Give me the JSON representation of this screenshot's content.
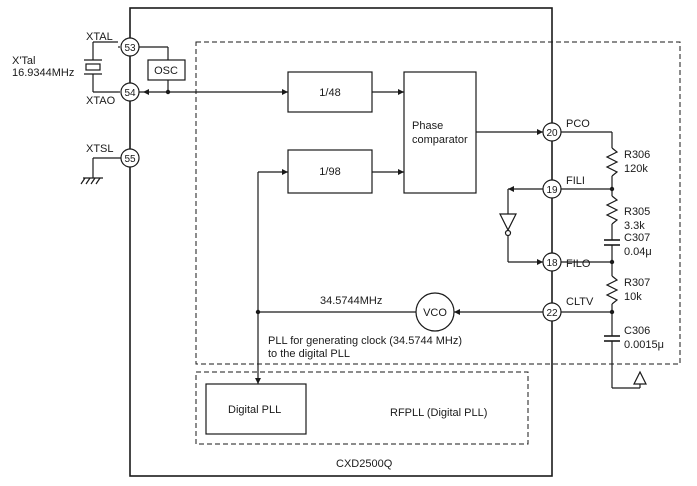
{
  "chip": {
    "name": "CXD2500Q"
  },
  "crystal": {
    "label": "X'Tal",
    "frequency": "16.9344MHz"
  },
  "pins": {
    "xtal": {
      "number": "53",
      "label": "XTAL"
    },
    "xtao": {
      "number": "54",
      "label": "XTAO"
    },
    "xtsl": {
      "number": "55",
      "label": "XTSL"
    },
    "pco": {
      "number": "20",
      "label": "PCO"
    },
    "fili": {
      "number": "19",
      "label": "FILI"
    },
    "filo": {
      "number": "18",
      "label": "FILO"
    },
    "cltv": {
      "number": "22",
      "label": "CLTV"
    }
  },
  "blocks": {
    "osc": "OSC",
    "div48": "1/48",
    "div98": "1/98",
    "phase_line1": "Phase",
    "phase_line2": "comparator",
    "vco": "VCO",
    "digital_pll": "Digital PLL",
    "rfpll": "RFPLL (Digital PLL)"
  },
  "signals": {
    "vco_freq": "34.5744MHz"
  },
  "notes": {
    "pll_line1": "PLL for generating clock (34.5744 MHz)",
    "pll_line2": "to the digital PLL"
  },
  "components": {
    "r306": {
      "name": "R306",
      "value": "120k"
    },
    "r305": {
      "name": "R305",
      "value": "3.3k"
    },
    "c307": {
      "name": "C307",
      "value": "0.04μ"
    },
    "r307": {
      "name": "R307",
      "value": "10k"
    },
    "c306": {
      "name": "C306",
      "value": "0.0015μ"
    }
  }
}
